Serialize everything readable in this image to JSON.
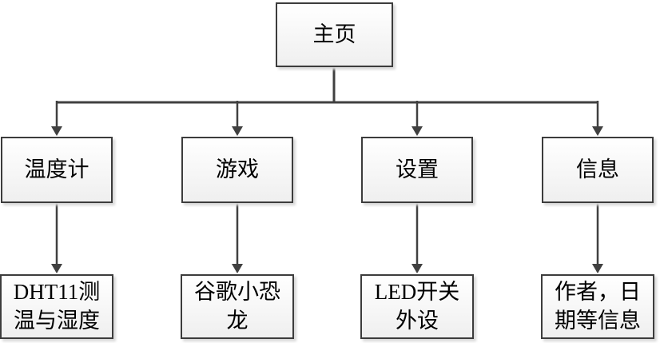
{
  "diagram": {
    "root": {
      "label": "主页"
    },
    "branches": [
      {
        "label": "温度计",
        "child_label": "DHT11测温与湿度"
      },
      {
        "label": "游戏",
        "child_label": "谷歌小恐龙"
      },
      {
        "label": "设置",
        "child_label": "LED开关外设"
      },
      {
        "label": "信息",
        "child_label": "作者，日期等信息"
      }
    ],
    "colors": {
      "line": "#404040",
      "box_border": "#3c3c3c",
      "box_fill_top": "#ffffff",
      "box_fill_bottom": "#efefef",
      "shadow": "#d9d9d9",
      "text": "#000000"
    }
  }
}
